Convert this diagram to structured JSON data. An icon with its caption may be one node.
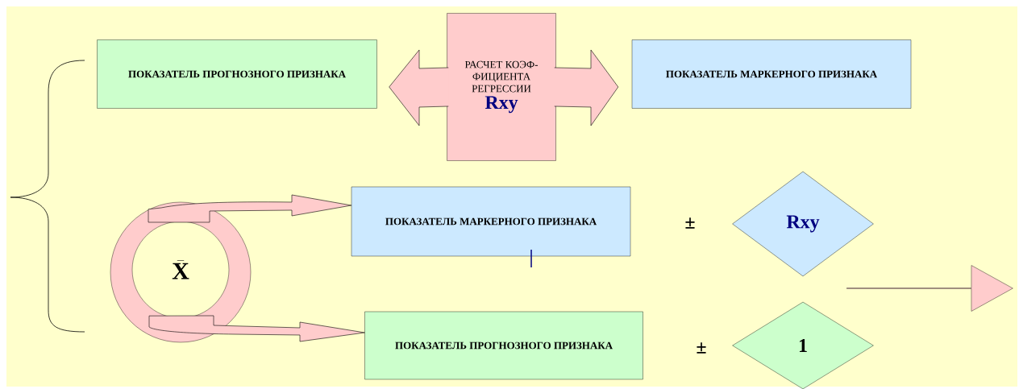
{
  "diagram": {
    "nodes": [
      {
        "text": [
          "ПОКАЗАТЕЛЬ ПРОГНОЗНОГО ПРИЗНАКА"
        ]
      },
      {
        "text": [
          "РАСЧЕТ КОЭФ- ФИЦИЕНТА РЕГРЕССИИ",
          "Rxy"
        ]
      },
      {
        "text": [
          "ПОКАЗАТЕЛЬ МАРКЕРНОГО ПРИЗНАКА"
        ]
      },
      {
        "text": [
          "\\bar{\\mathbf{X}}"
        ]
      },
      {
        "text": [
          "ПОКАЗАТЕЛЬ МАРКЕРНОГО ПРИЗНАКА"
        ]
      },
      {
        "text": [
          "ПОКАЗАТЕЛЬ ПРОГНОЗНОГО ПРИЗНАКА"
        ]
      },
      {
        "text": [
          "Rxy"
        ],
        "beside": [
          "±"
        ]
      },
      {
        "text": [
          "1"
        ],
        "beside": [
          "±"
        ]
      },
      {
        "text": [],
        "shape": "arrow"
      }
    ],
    "edges": [
      {
        "from": 1,
        "to": 0,
        "arrow": "to"
      },
      {
        "from": 1,
        "to": 2,
        "arrow": "to"
      },
      {
        "from": 3,
        "to": 4,
        "arrow": "to"
      },
      {
        "from": 3,
        "to": 5,
        "arrow": "to"
      }
    ]
  }
}
